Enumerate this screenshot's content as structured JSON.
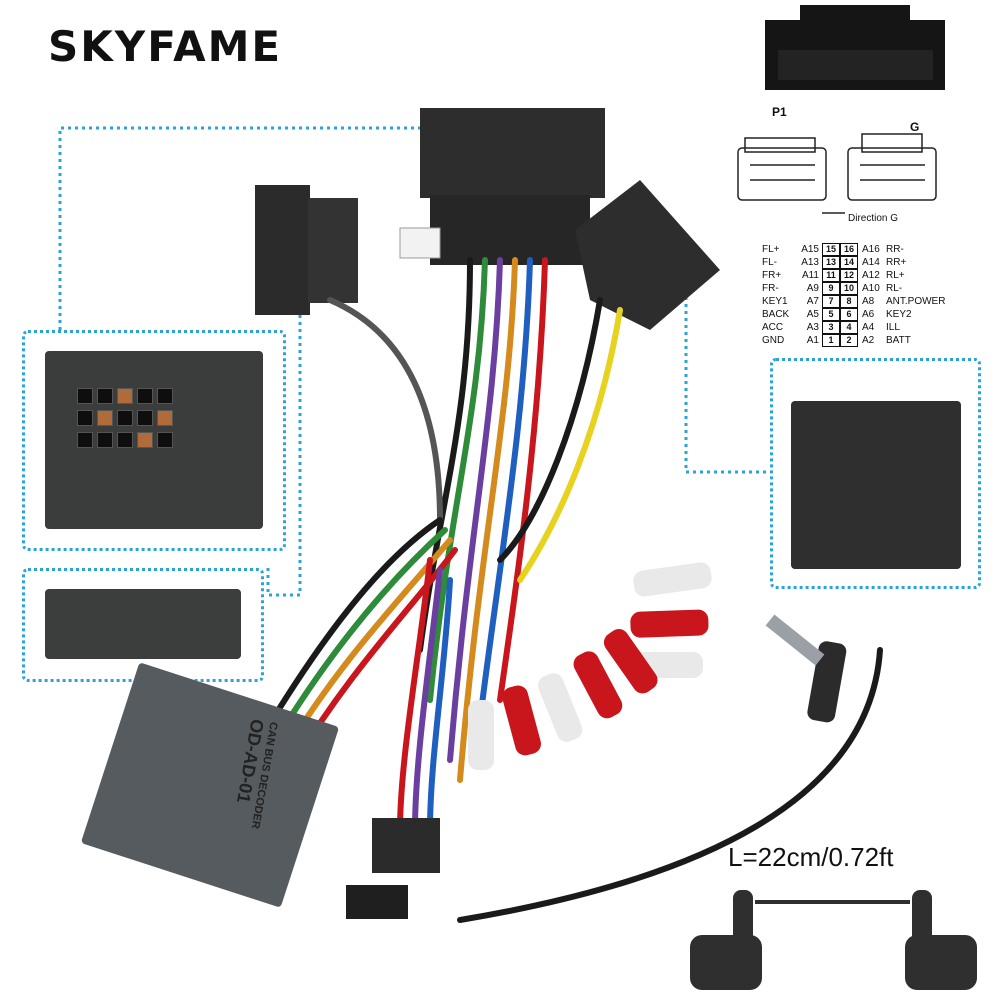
{
  "brand": {
    "name": "SKYFAME"
  },
  "pinout_labels": {
    "p1": "P1",
    "g": "G",
    "direction": "Direction G",
    "rows": [
      {
        "left": "FL+",
        "lcode": "A15",
        "l": "15",
        "r": "16",
        "rcode": "A16",
        "right": "RR-"
      },
      {
        "left": "FL-",
        "lcode": "A13",
        "l": "13",
        "r": "14",
        "rcode": "A14",
        "right": "RR+"
      },
      {
        "left": "FR+",
        "lcode": "A11",
        "l": "11",
        "r": "12",
        "rcode": "A12",
        "right": "RL+"
      },
      {
        "left": "FR-",
        "lcode": "A9",
        "l": "9",
        "r": "10",
        "rcode": "A10",
        "right": "RL-"
      },
      {
        "left": "KEY1",
        "lcode": "A7",
        "l": "7",
        "r": "8",
        "rcode": "A8",
        "right": "ANT.POWER"
      },
      {
        "left": "BACK",
        "lcode": "A5",
        "l": "5",
        "r": "6",
        "rcode": "A6",
        "right": "KEY2"
      },
      {
        "left": "ACC",
        "lcode": "A3",
        "l": "3",
        "r": "4",
        "rcode": "A4",
        "right": "ILL"
      },
      {
        "left": "GND",
        "lcode": "A1",
        "l": "1",
        "r": "2",
        "rcode": "A2",
        "right": "BATT"
      }
    ]
  },
  "length_label": "L=22cm/0.72ft",
  "decoder": {
    "line1": "CAN BUS DECODER",
    "line2": "OD-AD-01"
  },
  "colors": {
    "dotted": "#2aa3dc",
    "connector": "#2b2b2b",
    "decoder": "#565b60",
    "rca_red": "#c8161c",
    "rca_white": "#e9e9e9"
  }
}
